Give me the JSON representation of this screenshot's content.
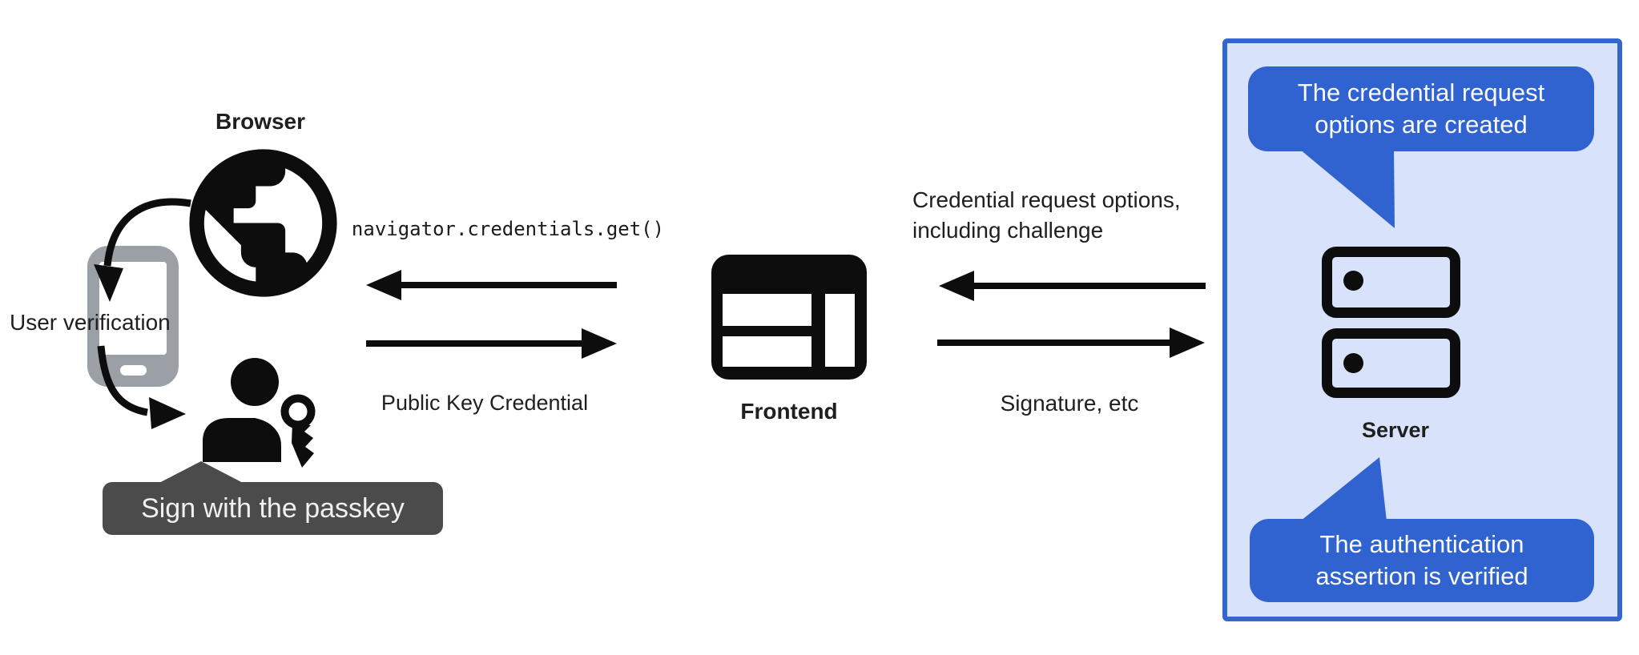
{
  "diagram": {
    "nodes": {
      "browser": {
        "label": "Browser"
      },
      "authenticator": {
        "label": "User verification",
        "action_badge": "Sign with the passkey"
      },
      "frontend": {
        "label": "Frontend"
      },
      "server": {
        "label": "Server",
        "callout_top": {
          "line1": "The credential request",
          "line2": "options are created"
        },
        "callout_bottom": {
          "line1": "The authentication",
          "line2": "assertion is verified"
        }
      }
    },
    "flows": {
      "frontend_to_browser": {
        "label": "navigator.credentials.get()"
      },
      "browser_to_frontend": {
        "label": "Public Key Credential"
      },
      "server_to_frontend": {
        "line1": "Credential request options,",
        "line2": "including challenge"
      },
      "frontend_to_server": {
        "label": "Signature, etc"
      }
    },
    "colors": {
      "icon_black": "#0d0d0d",
      "phone_gray": "#9aa0a6",
      "badge_gray": "#4b4b4b",
      "callout_blue": "#3063cf",
      "panel_border_blue": "#3565cf",
      "panel_bg_blue": "#d8e2fa",
      "text_dark": "#1f1f1f"
    }
  }
}
